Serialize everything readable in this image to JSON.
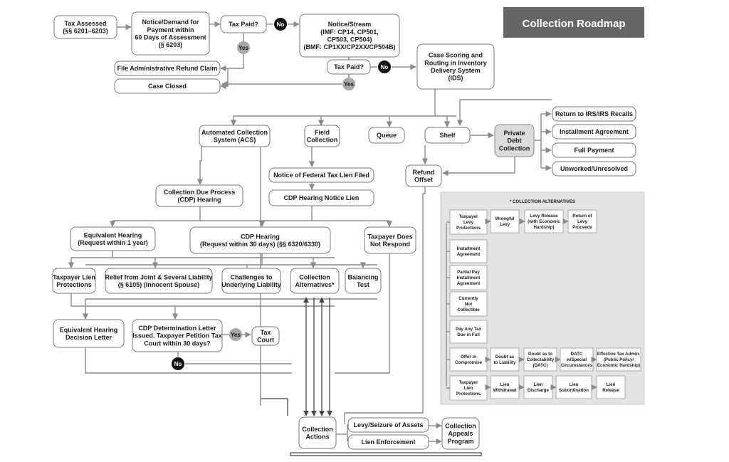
{
  "title": "Collection Roadmap",
  "badges": {
    "yes": "Yes",
    "no": "No"
  },
  "nodes": {
    "tax_assessed": [
      "Tax Assessed",
      "(§§ 6201–6203)"
    ],
    "notice_demand": [
      "Notice/Demand for",
      "Payment within",
      "60 Days of Assessment",
      "(§ 6203)"
    ],
    "tax_paid_1": [
      "Tax Paid?"
    ],
    "notice_stream": [
      "Notice/Stream",
      "(IMF: CP14, CP501,",
      "CP503, CP504)",
      "(BMF: CP1XX/CP2XX/CP504B)"
    ],
    "tax_paid_2": [
      "Tax Paid?"
    ],
    "case_scoring": [
      "Case Scoring and",
      "Routing in Inventory",
      "Delivery System",
      "(IDS)"
    ],
    "refund_claim": [
      "File Administrative Refund Claim"
    ],
    "case_closed": [
      "Case Closed"
    ],
    "acs": [
      "Automated Collection",
      "System (ACS)"
    ],
    "field": [
      "Field",
      "Collection"
    ],
    "queue": [
      "Queue"
    ],
    "shelf": [
      "Shelf"
    ],
    "pdc": [
      "Private",
      "Debt",
      "Collection"
    ],
    "return_irs": [
      "Return to IRS/IRS Recalls"
    ],
    "installment": [
      "Installment Agreement"
    ],
    "full_payment": [
      "Full Payment"
    ],
    "unworked": [
      "Unworked/Unresolved"
    ],
    "nftl": [
      "Notice of Federal Tax Lien Filed"
    ],
    "refund_offset": [
      "Refund",
      "Offset"
    ],
    "cdp_due_process": [
      "Collection Due Process",
      "(CDP) Hearing"
    ],
    "cdp_notice_lien": [
      "CDP Hearing Notice Lien"
    ],
    "equivalent_hearing": [
      "Equivalent Hearing",
      "(Request within 1 year)"
    ],
    "cdp_hearing": [
      "CDP Hearing",
      "(Request within 30 days) (§§ 6320/6330)"
    ],
    "taxpayer_not_respond": [
      "Taxpayer Does",
      "Not Respond"
    ],
    "taxpayer_lien_prot": [
      "Taxpayer Lien",
      "Protections"
    ],
    "relief_joint": [
      "Relief from Joint & Several Liability",
      "(§ 6105) (Innocent Spouse)"
    ],
    "challenges": [
      "Challenges to",
      "Underlying Liability"
    ],
    "collection_alts": [
      "Collection",
      "Alternatives*"
    ],
    "balancing": [
      "Balancing",
      "Test"
    ],
    "eq_decision": [
      "Equivalent Hearing",
      "Decision Letter"
    ],
    "cdp_determination": [
      "CDP Determination Letter",
      "Issued. Taxpayer Petition Tax",
      "Court within 30 days?"
    ],
    "tax_court": [
      "Tax",
      "Court"
    ],
    "collection_actions": [
      "Collection",
      "Actions"
    ],
    "levy_seizure": [
      "Levy/Seizure of Assets"
    ],
    "lien_enforcement": [
      "Lien Enforcement"
    ],
    "collection_appeals": [
      "Collection",
      "Appeals",
      "Program"
    ]
  },
  "alternatives": {
    "heading": "* COLLECTION ALTERNATIVES",
    "rows": [
      [
        "Taxpayer",
        "Levy",
        "Protections"
      ],
      [
        "Installment",
        "Agreement"
      ],
      [
        "Partial Pay",
        "Installment",
        "Agreement"
      ],
      [
        "Currently",
        "Not",
        "Collectible"
      ],
      [
        "Pay Any Tax",
        "Due in Full"
      ],
      [
        "Offer in",
        "Compromise"
      ],
      [
        "Taxpayer",
        "Lien",
        "Protections"
      ]
    ],
    "levy_items": [
      [
        "Wrongful",
        "Levy"
      ],
      [
        "Levy Release",
        "(with Economic",
        "Hardship)"
      ],
      [
        "Return of",
        "Levy",
        "Proceeds"
      ]
    ],
    "offer_items": [
      [
        "Doubt as",
        "to Liability"
      ],
      [
        "Doubt as to",
        "Collectability",
        "(DATC)"
      ],
      [
        "DATC",
        "w/Special",
        "Circumstances"
      ],
      [
        "Effective Tax Admin.",
        "(Public Policy/",
        "Economic Hardship)"
      ]
    ],
    "lien_items": [
      [
        "Lien",
        "Withdrawal"
      ],
      [
        "Lien",
        "Discharge"
      ],
      [
        "Lien",
        "Subordination"
      ],
      [
        "Lien",
        "Release"
      ]
    ]
  }
}
